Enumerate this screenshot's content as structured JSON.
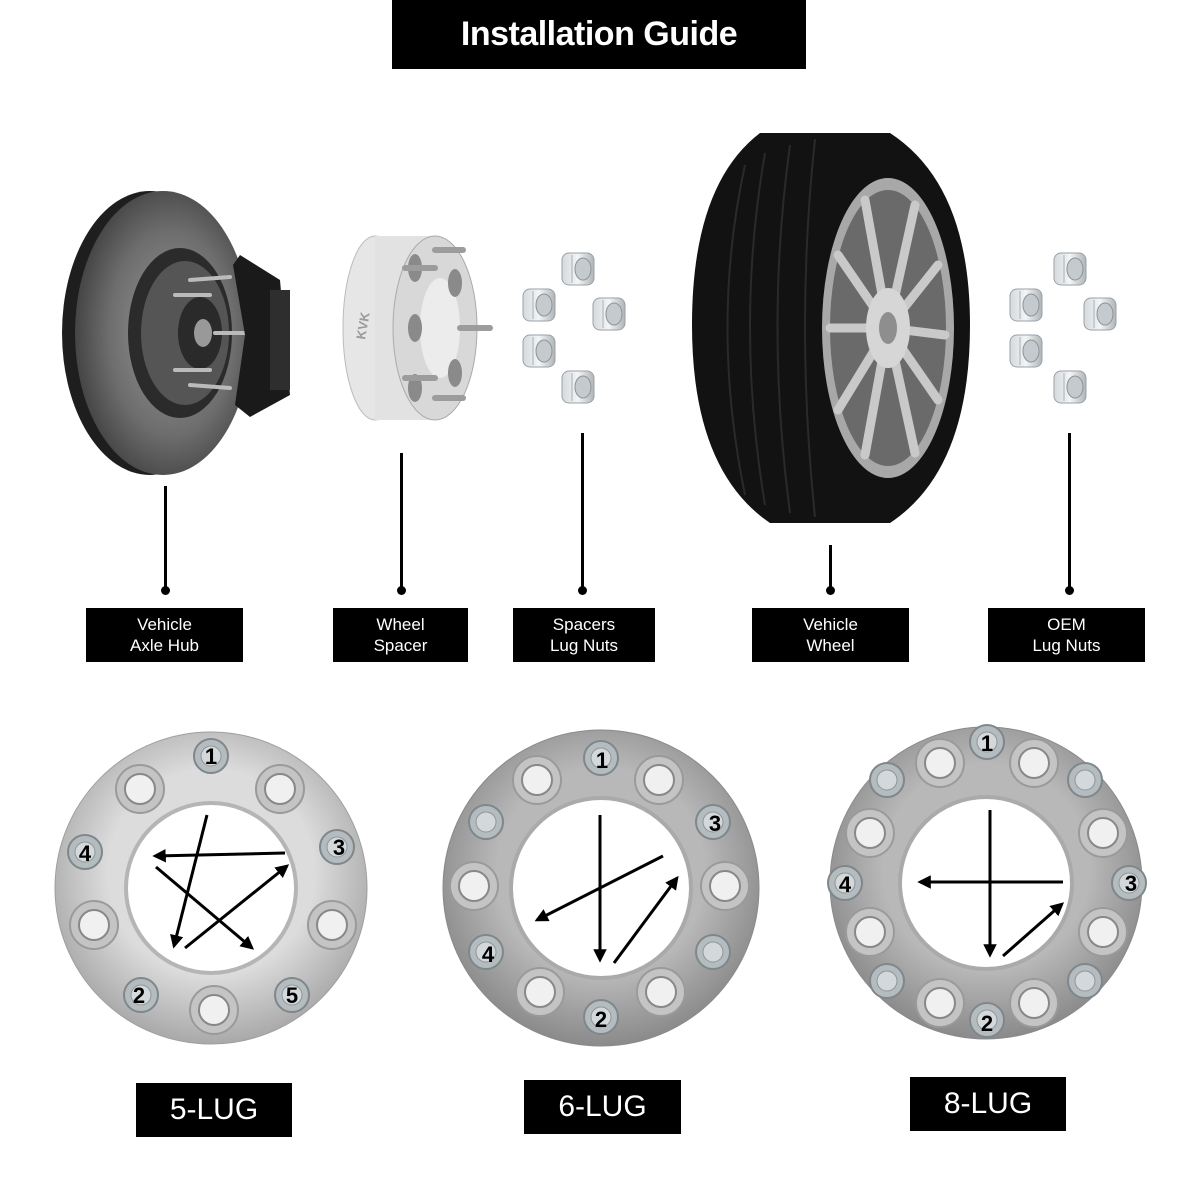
{
  "header": {
    "title": "Installation Guide"
  },
  "components": [
    {
      "id": "axle-hub",
      "label": "Vehicle\nAxle Hub",
      "icon": "brake-rotor-hub-icon"
    },
    {
      "id": "wheel-spacer",
      "label": "Wheel\nSpacer",
      "icon": "wheel-spacer-icon",
      "logo": "KVK"
    },
    {
      "id": "spacer-lug-nuts",
      "label": "Spacers\nLug Nuts",
      "icon": "lug-nut-icon",
      "count": 5
    },
    {
      "id": "vehicle-wheel",
      "label": "Vehicle\nWheel",
      "icon": "tire-wheel-icon"
    },
    {
      "id": "oem-lug-nuts",
      "label": "OEM\nLug Nuts",
      "icon": "lug-nut-icon",
      "count": 5
    }
  ],
  "patterns": [
    {
      "label": "5-LUG",
      "sequence": [
        "1",
        "2",
        "3",
        "4",
        "5"
      ]
    },
    {
      "label": "6-LUG",
      "sequence": [
        "1",
        "2",
        "3",
        "4"
      ]
    },
    {
      "label": "8-LUG",
      "sequence": [
        "1",
        "2",
        "3",
        "4"
      ]
    }
  ],
  "colors": {
    "background": "#ffffff",
    "label_bg": "#000000",
    "label_text": "#ffffff",
    "metal": "#c8c8c8"
  }
}
